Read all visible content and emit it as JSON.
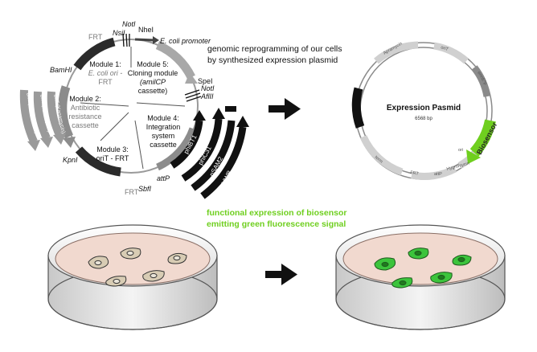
{
  "top_text": {
    "line1": "genomic reprogramming of our cells",
    "line2": "by synthesized expression plasmid"
  },
  "bottom_text": {
    "line1": "functional expression of biosensor",
    "line2": "emitting green fluorescence signal"
  },
  "left_plasmid": {
    "sites": {
      "notI_top": "NotI",
      "nsiI": "NsiI",
      "nheI": "NheI",
      "fRT_top": "FRT",
      "ecoli_promoter": "E. coli promoter",
      "bamHI": "BamHI",
      "speI": "SpeI",
      "notI_right": "NotI",
      "aflII": "AflII",
      "kpnI": "KpnI",
      "attP": "attP",
      "sbfI": "SbfI",
      "fRT_bottom": "FRT"
    },
    "modules": {
      "m1_title": "Module 1:",
      "m1_l2": "E. coli ori -",
      "m1_l3": "FRT",
      "m2_title": "Module 2:",
      "m2_l2": "Antibiotic",
      "m2_l3": "resistance",
      "m2_l4": "cassette",
      "m3_title": "Module 3:",
      "m3_l2": "oriT - FRT",
      "m4_title": "Module 4:",
      "m4_l2": "Integration",
      "m4_l3": "system",
      "m4_l4": "cassette",
      "m5_title": "Module 5:",
      "m5_l2": "Cloning module",
      "m5_l3": "(amilCP",
      "m5_l4": "cassette)"
    },
    "outer_arrows": {
      "a1": "phiBT1",
      "a2": "phiC31",
      "a3": "pSAM2",
      "a4": "VWB"
    },
    "left_arrows": {
      "a1": "oriT (Hygromycin)",
      "a2": "oriT (Apramycin)",
      "a3": "oriT (Kanamycin)"
    }
  },
  "right_plasmid": {
    "title": "Expression Pasmid",
    "size": "6568 bp",
    "biosensor": "Biosensor",
    "feature_labels": {
      "f1": "Apramycin",
      "f2": "oriT",
      "f3": "ermE*p",
      "f4": "Hygromycin",
      "f5": "attP",
      "f6": "FRT",
      "f7": "term",
      "f8": "ori"
    }
  },
  "colors": {
    "biosensor_green": "#6fcf1f",
    "text_green": "#6fcf1f",
    "dish_fill": "#f1d9cf",
    "cell_plain_fill": "#d8ccb4",
    "cell_green_fill": "#3cc43c"
  }
}
